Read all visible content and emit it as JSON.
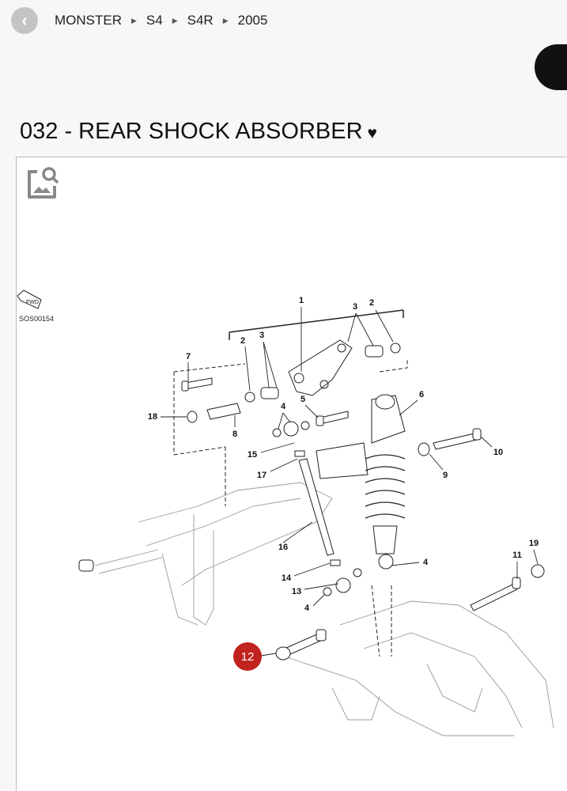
{
  "breadcrumb": [
    "MONSTER",
    "S4",
    "S4R",
    "2005"
  ],
  "title": "032 - REAR SHOCK ABSORBER",
  "diagram": {
    "reference_code": "SOS00154",
    "fwd_label": "FWD",
    "callouts": [
      {
        "id": "c1",
        "text": "1"
      },
      {
        "id": "c2",
        "text": "3"
      },
      {
        "id": "c3",
        "text": "2"
      },
      {
        "id": "c4",
        "text": "2"
      },
      {
        "id": "c5",
        "text": "3"
      },
      {
        "id": "c6",
        "text": "7"
      },
      {
        "id": "c7",
        "text": "6"
      },
      {
        "id": "c8",
        "text": "18"
      },
      {
        "id": "c9",
        "text": "8"
      },
      {
        "id": "c10",
        "text": "4"
      },
      {
        "id": "c11",
        "text": "5"
      },
      {
        "id": "c12",
        "text": "10"
      },
      {
        "id": "c13",
        "text": "15"
      },
      {
        "id": "c14",
        "text": "17"
      },
      {
        "id": "c15",
        "text": "9"
      },
      {
        "id": "c16",
        "text": "16"
      },
      {
        "id": "c17",
        "text": "19"
      },
      {
        "id": "c18",
        "text": "11"
      },
      {
        "id": "c19",
        "text": "4"
      },
      {
        "id": "c20",
        "text": "14"
      },
      {
        "id": "c21",
        "text": "13"
      },
      {
        "id": "c22",
        "text": "4"
      }
    ],
    "highlighted": "12",
    "highlight_color": "#c1231e"
  }
}
